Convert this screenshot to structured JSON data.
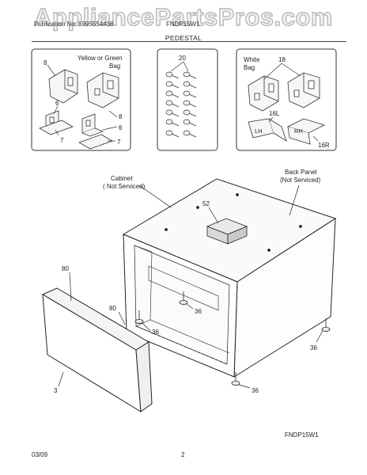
{
  "watermark": "AppliancePartsPros.com",
  "header": {
    "left": "Publication No. 5995554438",
    "right": "FNDP15W1",
    "title": "PEDESTAL"
  },
  "kits": {
    "left": {
      "bag_label_line1": "Yellow or Green",
      "bag_label_line2": "Bag",
      "callouts": [
        "8",
        "6",
        "7",
        "8",
        "6",
        "7"
      ]
    },
    "middle": {
      "callouts": [
        "20"
      ]
    },
    "right": {
      "bag_label_line1": "White",
      "bag_label_line2": "Bag",
      "callouts": [
        "18",
        "16L",
        "16R"
      ],
      "tag_lh": "LH",
      "tag_rh": "RH"
    }
  },
  "main": {
    "cabinet_line1": "Cabinet",
    "cabinet_line2": "( Not Serviced)",
    "back_panel_line1": "Back Panel",
    "back_panel_line2": "(Not Serviced)",
    "callouts": [
      "52",
      "80",
      "80",
      "36",
      "36",
      "36",
      "36",
      "3"
    ]
  },
  "diagram_code": "FNDP15W1",
  "footer": {
    "date": "03/09",
    "page": "2"
  }
}
